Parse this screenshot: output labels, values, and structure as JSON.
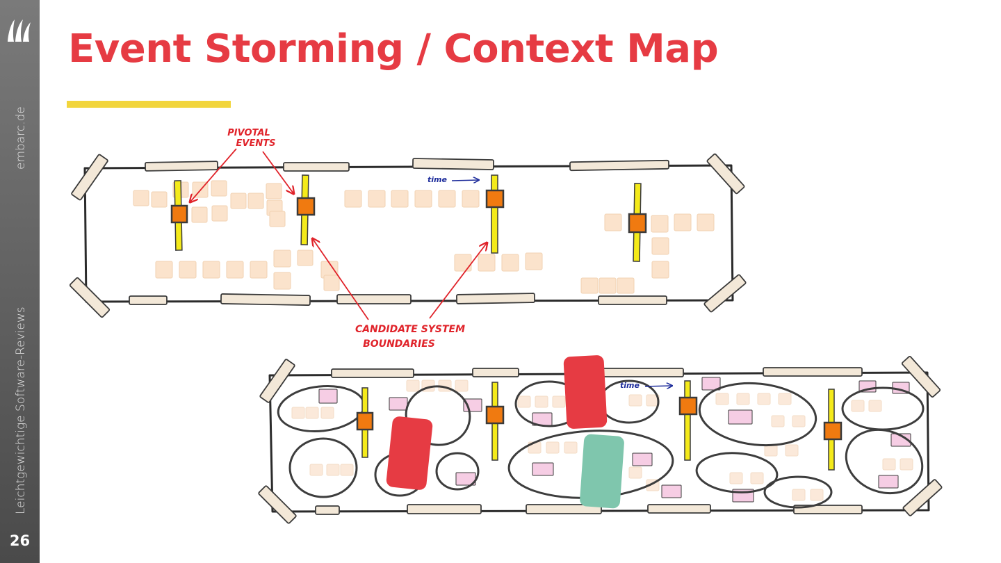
{
  "slide": {
    "title": "Event Storming / Context Map",
    "page_number": "26",
    "sidebar_domain": "embarc.de",
    "sidebar_tagline": "Leichtgewichtige Software-Reviews"
  },
  "sketch": {
    "label_pivotal": [
      "PIVOTAL",
      "EVENTS"
    ],
    "label_candidate": [
      "CANDIDATE SYSTEM",
      "BOUNDARIES"
    ],
    "label_time": "time"
  },
  "colors": {
    "title": "#e63b43",
    "accent": "#f2d53c",
    "sidebar": "#5e5e5e",
    "sticky_event": "#fbe3cc",
    "pivotal": "#f07a10",
    "pivotal_bar": "#f4ea1a",
    "bounded_red": "#e63b43",
    "bounded_green": "#7fc6ad",
    "sticky_pink": "#f6cde4"
  },
  "icons": {
    "logo": "embarc-logo-icon"
  }
}
